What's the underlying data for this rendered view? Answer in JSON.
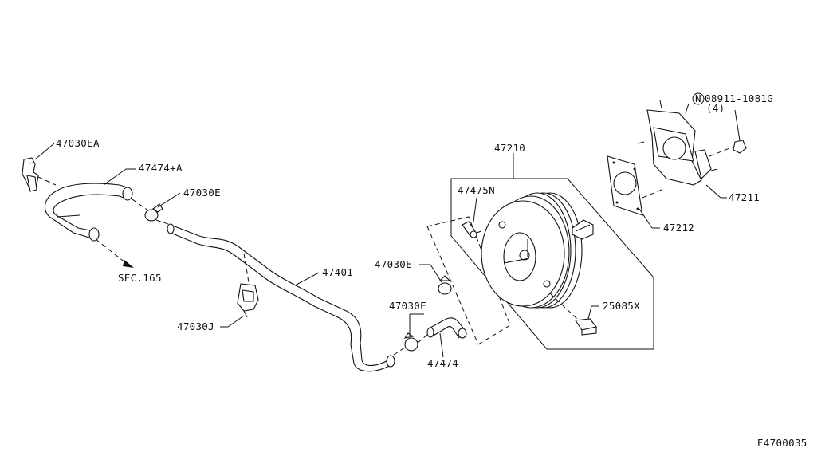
{
  "diagram_code": "E4700035",
  "labels": {
    "p47030EA": "47030EA",
    "p47474A": "47474+A",
    "p47030E_top": "47030E",
    "sec165": "SEC.165",
    "p47030J": "47030J",
    "p47401": "47401",
    "p47030E_mid": "47030E",
    "p47030E_low": "47030E",
    "p47474": "47474",
    "p47210": "47210",
    "p47475N": "47475N",
    "p25085X": "25085X",
    "p47212": "47212",
    "p47211": "47211",
    "bolt_circle": "N",
    "bolt_part": "08911-1081G",
    "bolt_qty": "(4)"
  },
  "icons": [
    "connector-icon",
    "hose-clamp-icon",
    "brake-booster-icon",
    "gasket-icon",
    "bracket-icon",
    "nut-icon",
    "arrow-icon"
  ]
}
